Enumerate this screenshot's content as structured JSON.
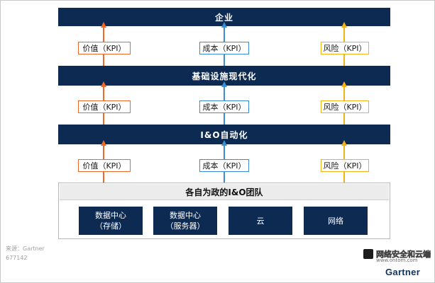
{
  "layers": {
    "enterprise": "企业",
    "infra_modernization": "基础设施现代化",
    "io_automation": "I&O自动化"
  },
  "kpi": {
    "value": "价值（KPI）",
    "cost": "成本（KPI）",
    "risk": "风险（KPI）"
  },
  "team": {
    "header": "各自为政的I&O团队",
    "units": [
      "数据中心\n（存储）",
      "数据中心\n（服务器）",
      "云",
      "网络"
    ]
  },
  "footer": {
    "source": "来源：Gartner",
    "id": "677142"
  },
  "watermark": {
    "text": "网络安全和云端",
    "url": "www.ontom.com"
  },
  "brand": "Gartner",
  "colors": {
    "bar": "#0d2a52",
    "value": "#ef6a2a",
    "cost": "#3a8fd0",
    "risk": "#f2b318"
  }
}
